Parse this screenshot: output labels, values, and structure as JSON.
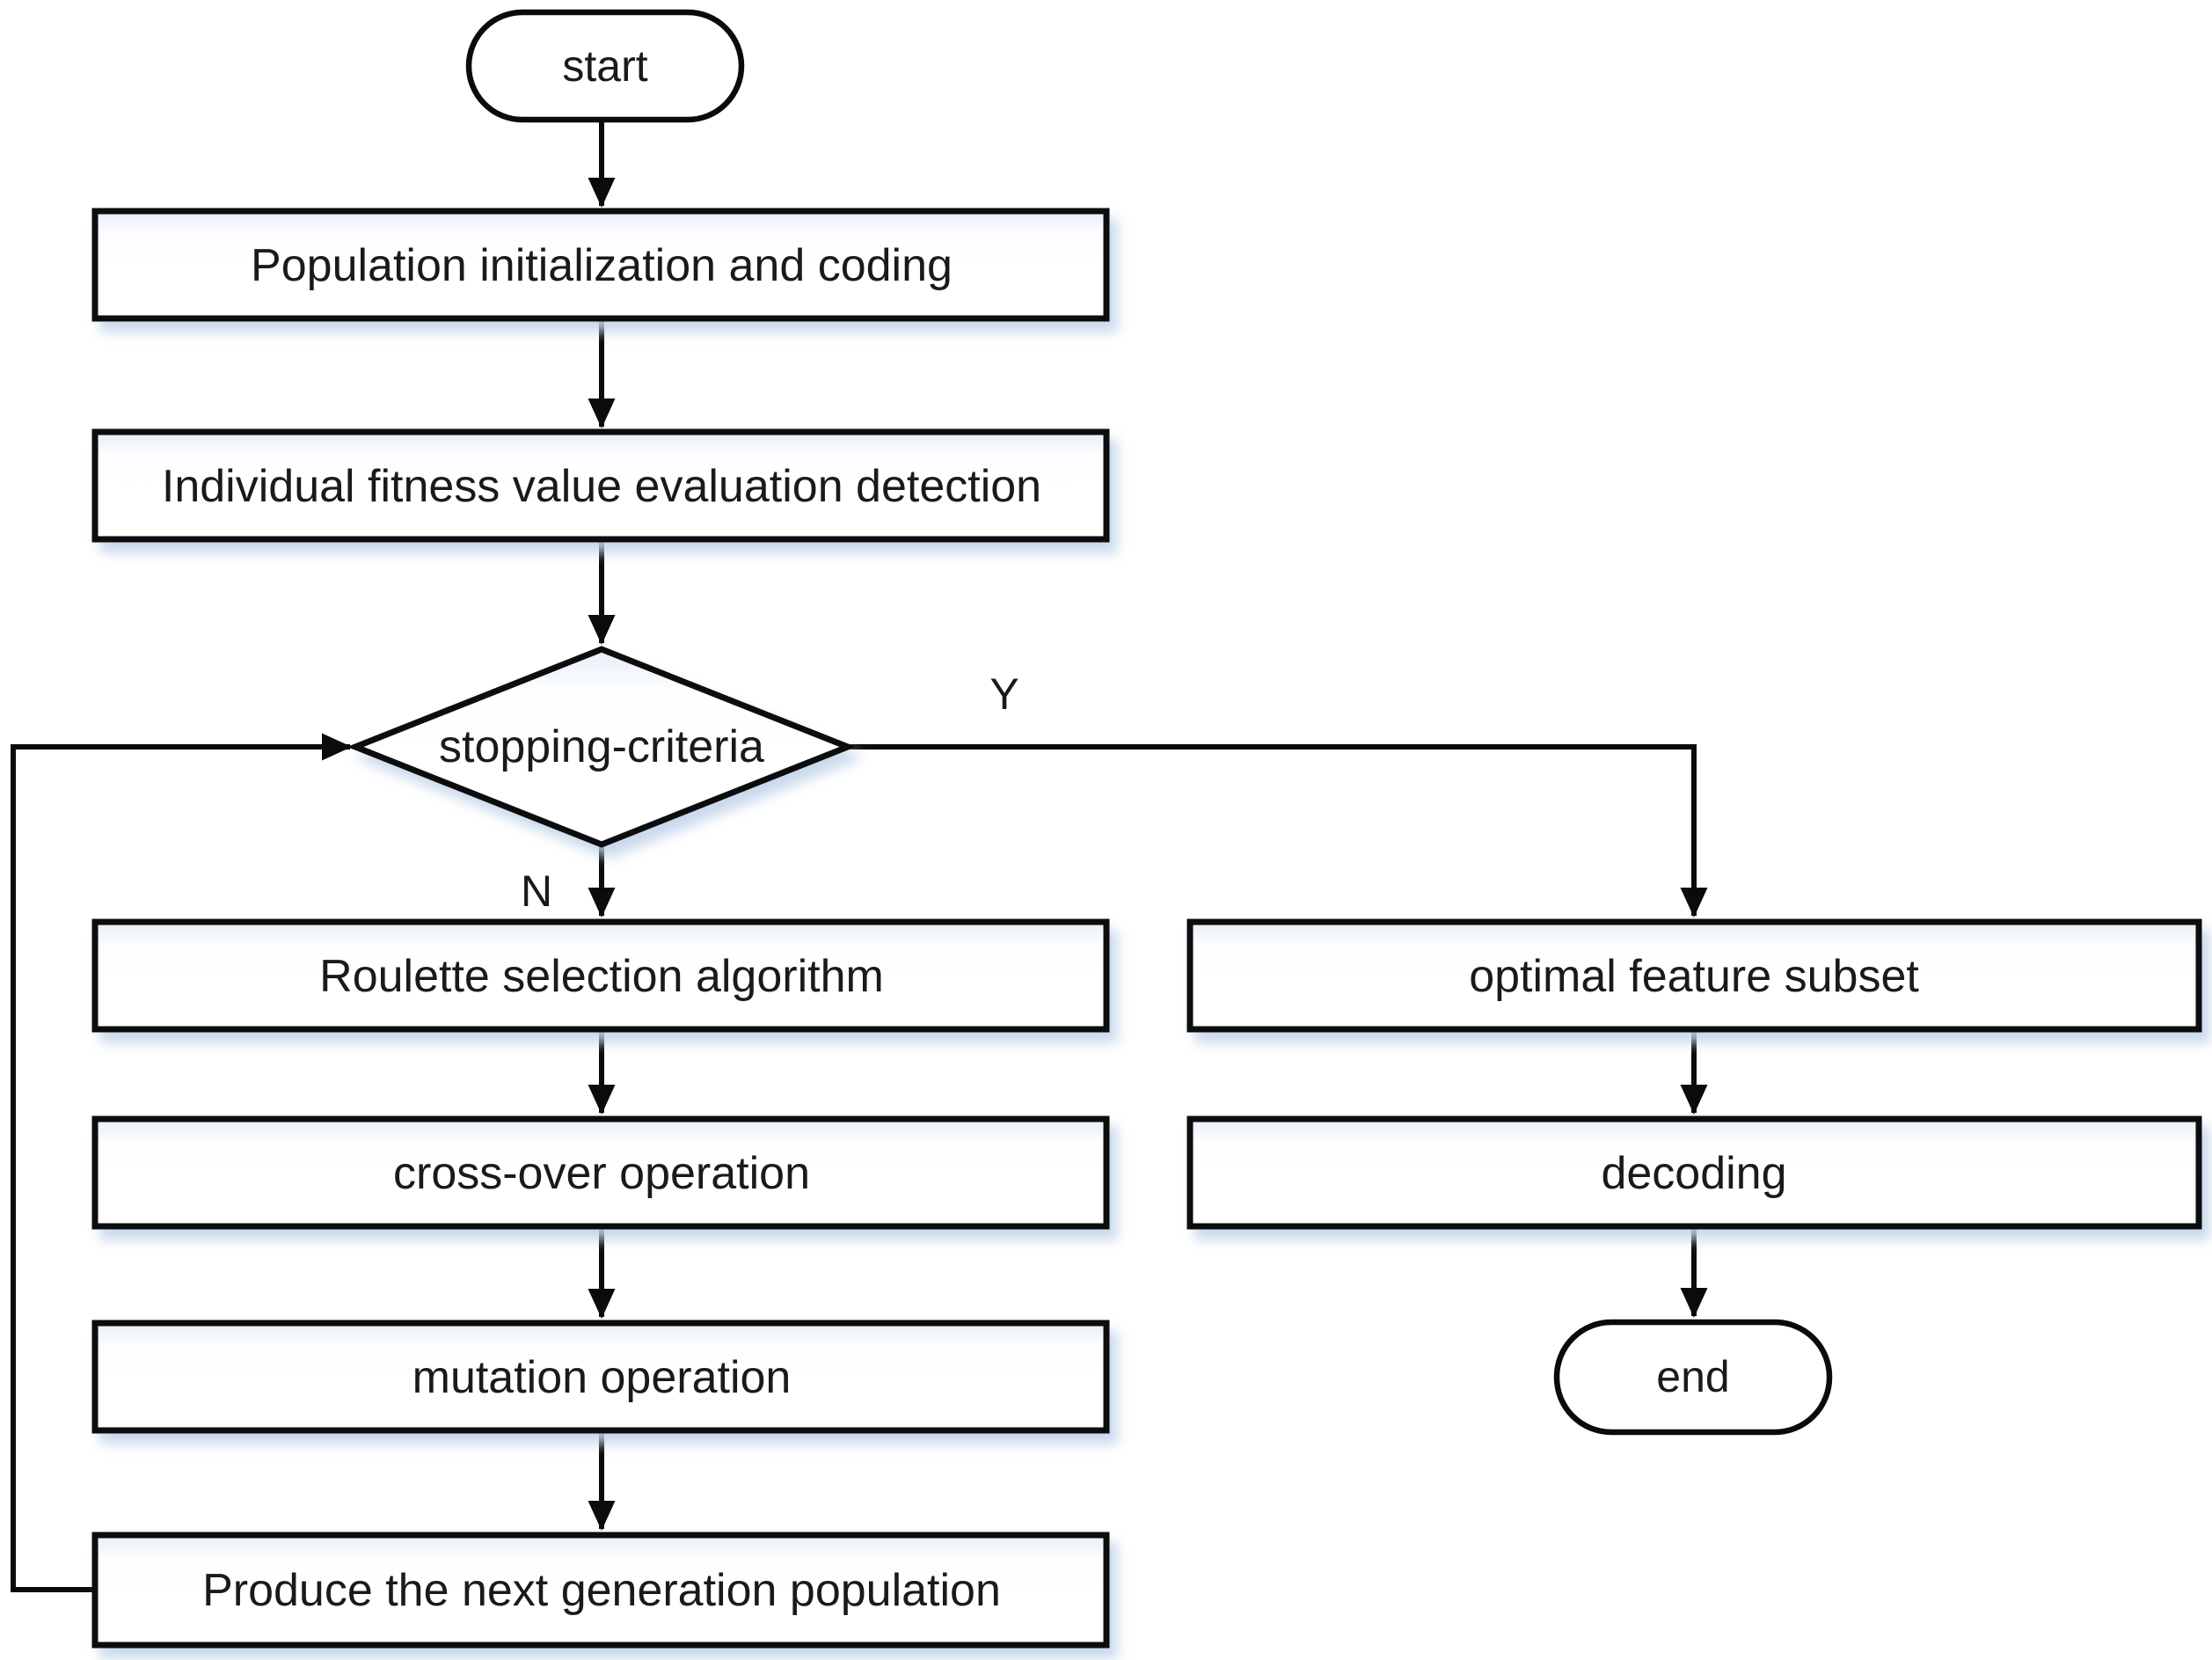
{
  "flowchart": {
    "terminators": {
      "start": "start",
      "end": "end"
    },
    "steps": {
      "init": "Population initialization and coding",
      "fitness": "Individual fitness value evaluation detection",
      "decision": "stopping-criteria",
      "roulette": "Roulette selection algorithm",
      "crossover": "cross-over operation",
      "mutation": "mutation operation",
      "produce": "Produce the next generation population",
      "optimal": "optimal feature subset",
      "decoding": "decoding"
    },
    "branch_labels": {
      "yes": "Y",
      "no": "N"
    },
    "colors": {
      "line": "#0b0b0b",
      "text": "#1a1a1a",
      "background": "#ffffff",
      "box_top_tint": "#e8eef8",
      "drop_shadow": "#c3d4ea"
    }
  }
}
